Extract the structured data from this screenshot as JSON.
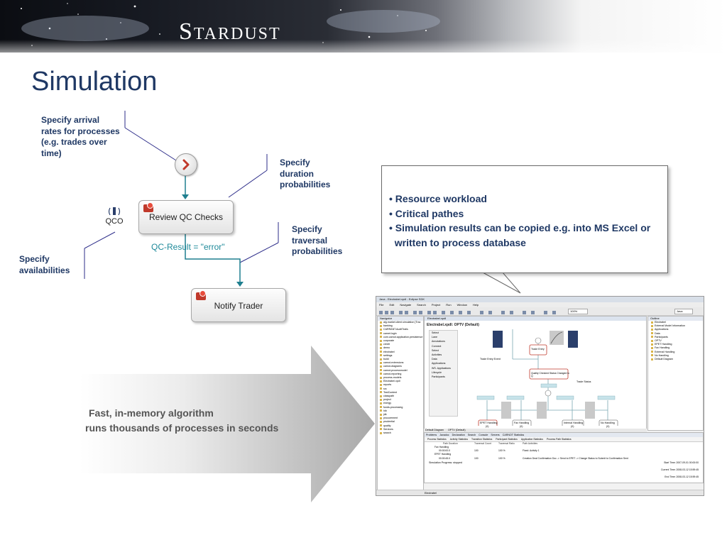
{
  "header": {
    "logo_text": "Stardust"
  },
  "slide": {
    "title": "Simulation"
  },
  "annotations": {
    "arrival": [
      "Specify arrival",
      "rates for processes",
      "(e.g. trades over",
      "time)"
    ],
    "duration": [
      "Specify",
      "duration",
      "probabilities"
    ],
    "traversal": [
      "Specify",
      "traversal",
      "probabilities"
    ],
    "availabilities": [
      "Specify",
      "availabilities"
    ]
  },
  "process": {
    "participant_label": "QCO",
    "activity_1": "Review QC Checks",
    "condition": "QC-Result = \"error\"",
    "activity_2": "Notify Trader",
    "start_icon": "chevron-right-icon"
  },
  "callout": {
    "items": [
      "• Resource workload",
      "• Critical pathes",
      "• Simulation results can be copied e.g. into MS Excel or",
      "  written to process database"
    ]
  },
  "arrow": {
    "line1": "Fast, in-memory algorithm",
    "line2": "runs thousands of processes in seconds"
  },
  "screenshot": {
    "window_title": "Java - Electrabel.xpdl - Eclipse SDK",
    "menu": [
      "File",
      "Edit",
      "Navigate",
      "Search",
      "Project",
      "Run",
      "Window",
      "Help"
    ],
    "zoom": "100%",
    "perspective": "Java",
    "navigator_title": "Navigator",
    "editor_tab": "Electrabel.xpdl",
    "diagram_title": "Electrabel.xpdl: OPTV (Default)",
    "outline_title": "Outline",
    "palette": [
      "Select",
      "Lane",
      "Annotations",
      "Connect",
      "Select",
      "Activities",
      "Data",
      "Applications",
      "WS. Applications",
      "Lifecycle",
      "Participants"
    ],
    "nav_items": [
      "alg.market.client.simulation [Trac",
      "banking",
      "CARRANT.AuditTrails",
      "carnet.login",
      "com.carnot.application.persistence",
      "corporate",
      "credit",
      "demo",
      "electrabel",
      "settings",
      "build",
      "carnot-extensions",
      "carnot-diagrams",
      "carnot-processmodel",
      "carnot-reporting",
      "process-models",
      "Electrabel.xpdl",
      "reports",
      "src",
      "TestContent",
      "classpath",
      "project",
      "energy",
      "funds-processing",
      "hib",
      "jdk",
      "procurement",
      "prudential",
      "quality",
      "Services",
      "search"
    ],
    "outline_items": [
      "Electrabel",
      "External Model Information",
      "Applications",
      "Data",
      "Participants",
      "OPTV",
      "EPET Handling",
      "Fax Handling",
      "External Handling",
      "No Handling",
      "Default Diagram"
    ],
    "diagram_nodes": [
      "Trade Entry Event",
      "Trade Entry",
      "Quality Checked Status Changed to Q",
      "Trade Status",
      "EPET Handling",
      "Fax Handling",
      "Internal Handling",
      "No Handling"
    ],
    "diagram_node_counts": [
      "(0)",
      "(0)",
      "(0)",
      "(0)"
    ],
    "bottom_tabs": [
      "Default Diagram",
      "OPTV (Default)"
    ],
    "view_tabs": [
      "Problems",
      "Javadoc",
      "Declaration",
      "Search",
      "Console",
      "Servers",
      "CARNOT Statistics"
    ],
    "stat_tabs": [
      "Process Statistics",
      "Activity Statistics",
      "Transition Statistics",
      "Participant Statistics",
      "Application Statistics",
      "Process Path Statistics"
    ],
    "table_headers": [
      "Path Duration",
      "Traversal Count",
      "Traversal Ratio",
      "Path Activities"
    ],
    "table_rows": [
      [
        "Fax Handling",
        "",
        "",
        ""
      ],
      [
        "00:00:00.0",
        "100",
        "100 %",
        "Fixed: Activity 1"
      ],
      [
        "EPET Handling",
        "",
        "",
        ""
      ],
      [
        "00:00:45.0",
        "100",
        "100 %",
        "Creation Deal Confirmation Doc -> Send to EPET -> Change Status to Submit to Confirmation Sent"
      ]
    ],
    "progress_label": "Simulation Progress:",
    "progress_status": "stopped",
    "start_time": "Start Time:  2007-09-01 00:00:00",
    "current_time": "Current Time:  2008-03-12 15:59:45",
    "end_time": "End Time:  2008-03-12 15:59:45",
    "status_bar": "Electrabel"
  }
}
